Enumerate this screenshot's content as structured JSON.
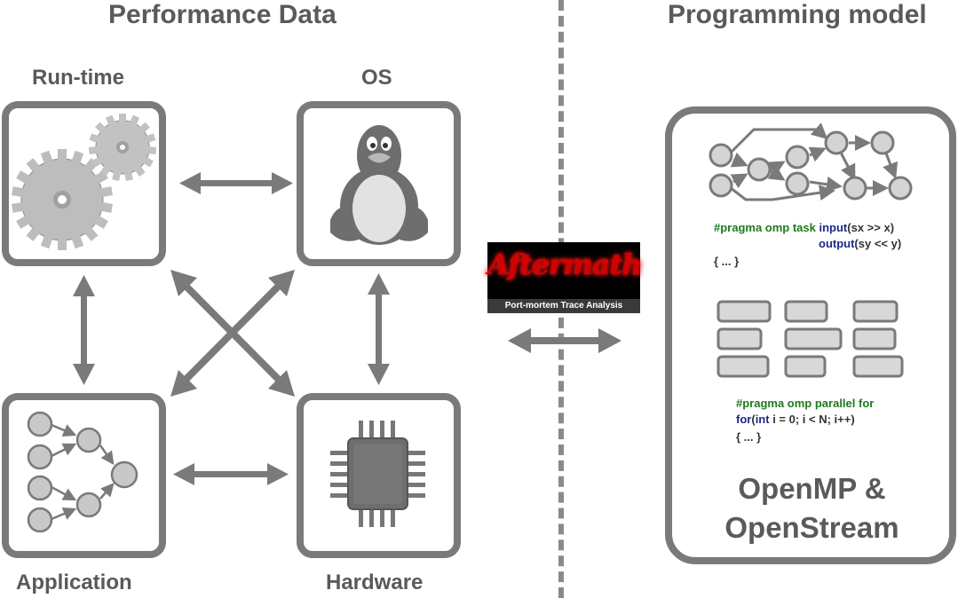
{
  "headings": {
    "left": "Performance Data",
    "right": "Programming model"
  },
  "nodes": {
    "runtime": "Run-time",
    "os": "OS",
    "application": "Application",
    "hardware": "Hardware"
  },
  "badge": {
    "title": "Aftermath",
    "subtitle": "Port-mortem Trace Analysis"
  },
  "code_task": {
    "line1_directive": "#pragma omp task",
    "line1_kw": "input",
    "line1_rest": "(sx >> x)",
    "line2_kw": "output",
    "line2_rest": "(sy << y)",
    "line3": "{ ... }"
  },
  "code_loop": {
    "line1_directive": "#pragma omp parallel for",
    "line2_kw1": "for",
    "line2_paren": "(",
    "line2_kw2": "int",
    "line2_rest": " i = 0; i < N; i++)",
    "line3": "{ ... }"
  },
  "model": {
    "line1": "OpenMP &",
    "line2": "OpenStream"
  },
  "colors": {
    "stroke": "#7a7a7a",
    "node_fill": "#d4d4d4",
    "directive": "#1e7a1e",
    "keyword": "#1b2a8a",
    "badge_title": "#d40000"
  }
}
